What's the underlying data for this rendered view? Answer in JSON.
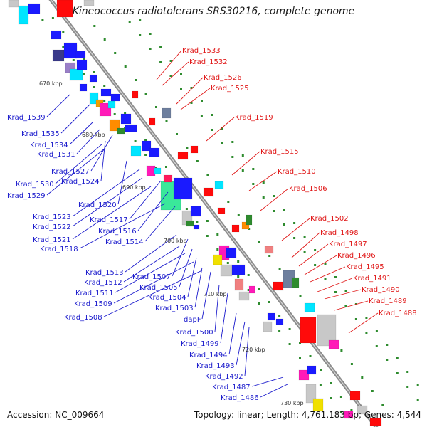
{
  "title": "Kineococcus radiotolerans SRS30216, complete genome",
  "footer": {
    "accession": "Accession: NC_009664",
    "topology": "Topology: linear; Length: 4,761,183 bp; Genes: 4,544"
  },
  "colors": {
    "backbone": "#8c8c8c",
    "forward_label": "#1a1acc",
    "reverse_label": "#e01818",
    "tick_dot": "#2e8b2e"
  },
  "scale_ticks": [
    "670 kbp",
    "680 kbp",
    "690 kbp",
    "700 kbp",
    "710 kbp",
    "720 kbp",
    "730 kbp"
  ],
  "left_labels": [
    "Krad_1539",
    "Krad_1535",
    "Krad_1534",
    "Krad_1531",
    "Krad_1527",
    "Krad_1524",
    "Krad_1530",
    "Krad_1529",
    "Krad_1520",
    "Krad_1523",
    "Krad_1522",
    "Krad_1517",
    "Krad_1516",
    "Krad_1521",
    "Krad_1518",
    "Krad_1514",
    "Krad_1513",
    "Krad_1507",
    "Krad_1512",
    "Krad_1505",
    "Krad_1511",
    "Krad_1504",
    "Krad_1509",
    "Krad_1503",
    "Krad_1508",
    "dapF",
    "Krad_1500",
    "Krad_1499",
    "Krad_1494",
    "Krad_1493",
    "Krad_1492",
    "Krad_1487",
    "Krad_1486"
  ],
  "right_labels": [
    "Krad_1533",
    "Krad_1532",
    "Krad_1526",
    "Krad_1525",
    "Krad_1519",
    "Krad_1515",
    "Krad_1510",
    "Krad_1506",
    "Krad_1502",
    "Krad_1498",
    "Krad_1497",
    "Krad_1496",
    "Krad_1495",
    "Krad_1491",
    "Krad_1490",
    "Krad_1489",
    "Krad_1488"
  ]
}
